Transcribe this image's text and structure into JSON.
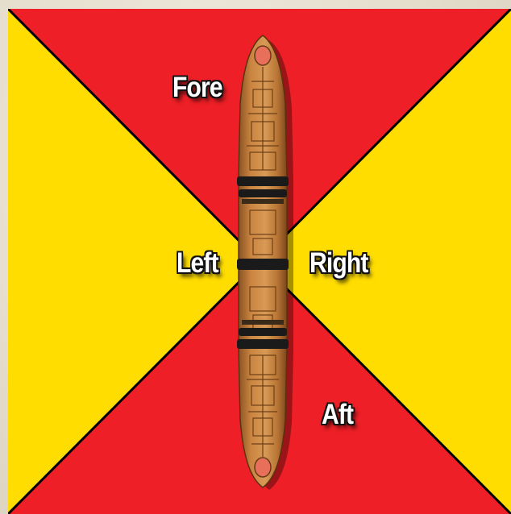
{
  "diagram": {
    "colors": {
      "fore_aft_sector": "#ee1f26",
      "side_sector": "#ffdd00",
      "divider_lines": "#000000",
      "hull": "#c57e3a",
      "hull_dark": "#8a5222",
      "band": "#1a1a1a",
      "nose_light": "#e8705a"
    },
    "labels": {
      "fore": "Fore",
      "left": "Left",
      "right": "Right",
      "aft": "Aft"
    },
    "icons": {
      "ship": "ship-token-icon"
    }
  }
}
